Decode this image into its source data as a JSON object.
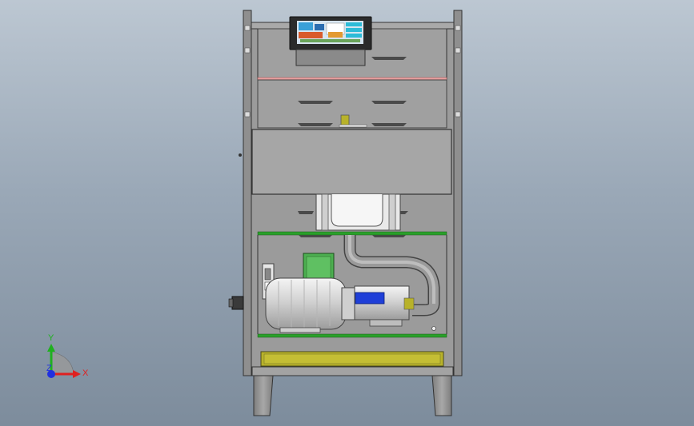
{
  "viewport": {
    "background_top": "#bcc7d2",
    "background_bottom": "#7d8c9c"
  },
  "model": {
    "frame_color": "#8f8f8f",
    "panel_color": "#9b9b9b",
    "screen_color": "#2b2b2b",
    "shelf_accent_color": "#2aa02a",
    "top_strip_color": "#e8a0a0",
    "motor_color": "#d9d9d9",
    "coupling_color": "#1f3fd8",
    "junction_box_color": "#4caf50",
    "tray_color": "#b8b22a",
    "hose_color": "#8a8a8a"
  },
  "triad": {
    "x_label": "X",
    "y_label": "Y",
    "z_label": "Z",
    "x_color": "#e02020",
    "y_color": "#20b020",
    "z_color": "#2030e0"
  }
}
